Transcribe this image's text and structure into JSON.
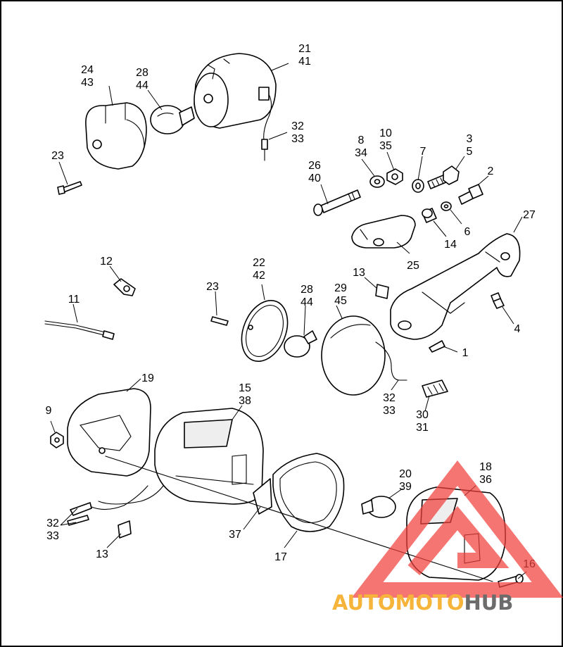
{
  "callouts": [
    {
      "id": "c-24-43",
      "lines": [
        "24",
        "43"
      ]
    },
    {
      "id": "c-28-44-top",
      "lines": [
        "28",
        "44"
      ]
    },
    {
      "id": "c-21-41",
      "lines": [
        "21",
        "41"
      ]
    },
    {
      "id": "c-32-33-top",
      "lines": [
        "32",
        "33"
      ]
    },
    {
      "id": "c-23-top",
      "lines": [
        "23"
      ]
    },
    {
      "id": "c-8-34",
      "lines": [
        "8",
        "34"
      ]
    },
    {
      "id": "c-10-35",
      "lines": [
        "10",
        "35"
      ]
    },
    {
      "id": "c-7",
      "lines": [
        "7"
      ]
    },
    {
      "id": "c-3-5",
      "lines": [
        "3",
        "5"
      ]
    },
    {
      "id": "c-2",
      "lines": [
        "2"
      ]
    },
    {
      "id": "c-26-40",
      "lines": [
        "26",
        "40"
      ]
    },
    {
      "id": "c-27",
      "lines": [
        "27"
      ]
    },
    {
      "id": "c-6",
      "lines": [
        "6"
      ]
    },
    {
      "id": "c-14",
      "lines": [
        "14"
      ]
    },
    {
      "id": "c-25",
      "lines": [
        "25"
      ]
    },
    {
      "id": "c-12",
      "lines": [
        "12"
      ]
    },
    {
      "id": "c-22-42",
      "lines": [
        "22",
        "42"
      ]
    },
    {
      "id": "c-13-mid",
      "lines": [
        "13"
      ]
    },
    {
      "id": "c-23-mid",
      "lines": [
        "23"
      ]
    },
    {
      "id": "c-28-44-mid",
      "lines": [
        "28",
        "44"
      ]
    },
    {
      "id": "c-29-45",
      "lines": [
        "29",
        "45"
      ]
    },
    {
      "id": "c-11",
      "lines": [
        "11"
      ]
    },
    {
      "id": "c-4",
      "lines": [
        "4"
      ]
    },
    {
      "id": "c-1",
      "lines": [
        "1"
      ]
    },
    {
      "id": "c-19",
      "lines": [
        "19"
      ]
    },
    {
      "id": "c-15-38",
      "lines": [
        "15",
        "38"
      ]
    },
    {
      "id": "c-32-33-mid",
      "lines": [
        "32",
        "33"
      ]
    },
    {
      "id": "c-30-31",
      "lines": [
        "30",
        "31"
      ]
    },
    {
      "id": "c-9",
      "lines": [
        "9"
      ]
    },
    {
      "id": "c-20-39",
      "lines": [
        "20",
        "39"
      ]
    },
    {
      "id": "c-18-36",
      "lines": [
        "18",
        "36"
      ]
    },
    {
      "id": "c-32-33-bottom",
      "lines": [
        "32",
        "33"
      ]
    },
    {
      "id": "c-37",
      "lines": [
        "37"
      ]
    },
    {
      "id": "c-17",
      "lines": [
        "17"
      ]
    },
    {
      "id": "c-13-bottom",
      "lines": [
        "13"
      ]
    },
    {
      "id": "c-16",
      "lines": [
        "16"
      ]
    }
  ],
  "watermark": {
    "word_part1": "AUTOMOTO",
    "word_part2": "HUB",
    "triangle_color": "#f0403a",
    "word_part1_color": "#f6b53a",
    "word_part2_color": "#6c6c6c"
  }
}
